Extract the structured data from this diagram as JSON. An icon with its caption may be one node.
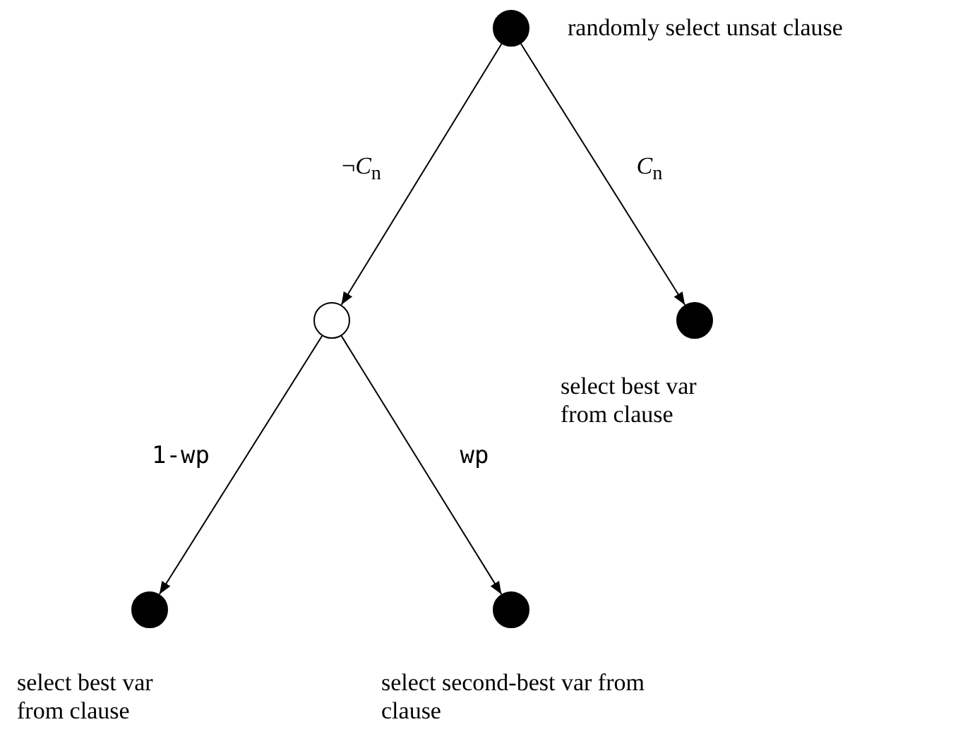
{
  "diagram": {
    "nodes": [
      {
        "text": [],
        "shape": "dot",
        "beside": [
          "randomly select unsat clause"
        ]
      },
      {
        "text": [],
        "shape": "circle"
      },
      {
        "text": [],
        "shape": "dot",
        "beside": [
          "select best var from clause"
        ]
      },
      {
        "text": [],
        "shape": "dot",
        "beside": [
          "select best var from clause"
        ]
      },
      {
        "text": [],
        "shape": "dot",
        "beside": [
          "select second-best var from clause"
        ]
      }
    ],
    "edges": [
      {
        "from": 0,
        "to": 1,
        "arrow": "to",
        "label": "¬*C*$_{n}$"
      },
      {
        "from": 0,
        "to": 2,
        "arrow": "to",
        "label": "*C*$_{n}$"
      },
      {
        "from": 1,
        "to": 3,
        "arrow": "to",
        "label": "1-wp"
      },
      {
        "from": 1,
        "to": 4,
        "arrow": "to",
        "label": "wp"
      }
    ]
  }
}
